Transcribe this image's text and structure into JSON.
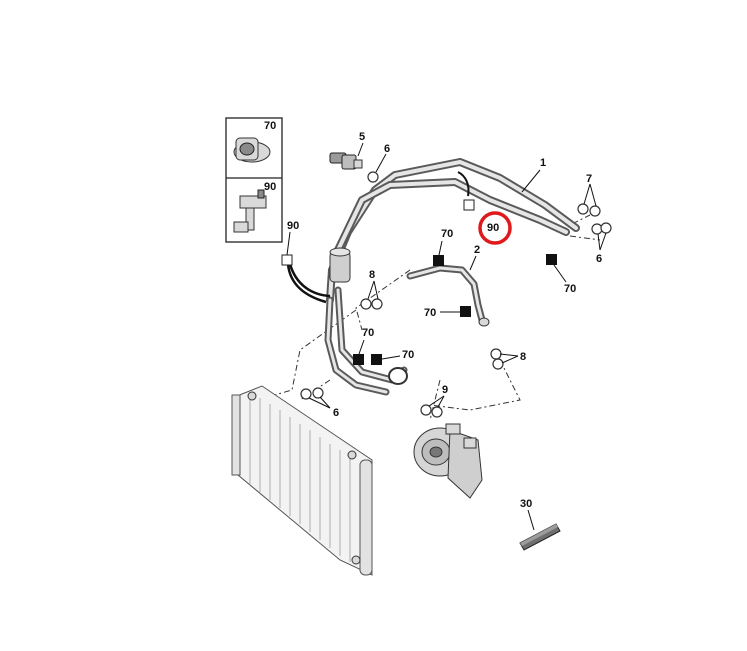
{
  "callouts": {
    "inset_top": "70",
    "inset_bottom": "90",
    "hose_main": "1",
    "hose_low": "2",
    "sensor": "5",
    "oring_sensor": "6",
    "orings_right_top": "7",
    "orings_right_bottom": "6",
    "clip_right": "70",
    "clip_top_center": "90",
    "clip_left": "90",
    "clip_mid_top": "70",
    "clip_mid_right": "70",
    "clip_lower_a": "70",
    "clip_lower_b": "70",
    "orings_mid": "8",
    "orings_right_mid": "8",
    "orings_compressor": "9",
    "orings_condenser": "6",
    "tube_part": "30"
  },
  "highlight": {
    "color": "#e0191c"
  }
}
